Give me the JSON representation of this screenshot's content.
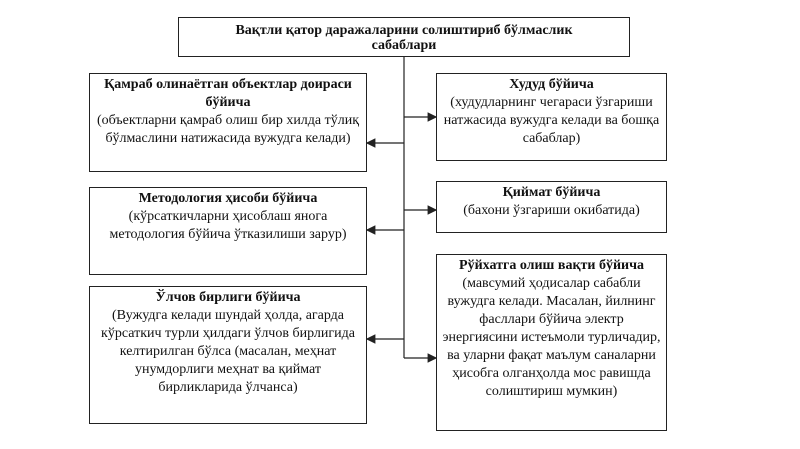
{
  "title": "Вақтли қатор даражаларини солиштириб бўлмаслик сабаблари",
  "left": [
    {
      "heading": "Қамраб олинаётган объектлар доираси бўйича",
      "text": "(объектларни қамраб олиш бир хилда тўлиқ бўлмаслини натижасида вужудга келади)"
    },
    {
      "heading": "Методология ҳисоби бўйича",
      "text": "(кўрсаткичларни ҳисоблаш янога методология бўйича ўтказилиши зарур)"
    },
    {
      "heading": "Ўлчов бирлиги бўйича",
      "text": "(Вужудга келади шундай ҳолда, агарда кўрсаткич турли ҳилдаги ўлчов бирлигида келтирилган бўлса (масалан, меҳнат унумдорлиги меҳнат ва қиймат бирликларида ўлчанса)"
    }
  ],
  "right": [
    {
      "heading": "Худуд бўйича",
      "text": "(худудларнинг чегараси ўзгариши натжасида вужудга келади ва бошқа сабаблар)"
    },
    {
      "heading": "Қиймат бўйича",
      "text": "(бахони ўзгариши окибатида)"
    },
    {
      "heading": "Рўйхатга олиш вақти бўйича",
      "text": "(мавсумий ҳодисалар сабабли вужудга келади. Масалан, йилнинг фасллари бўйича электр энергиясини истеъмоли турличадир, ва уларни фақат маълум саналарни ҳисобга олганҳолда мос равишда солиштириш мумкин)"
    }
  ]
}
